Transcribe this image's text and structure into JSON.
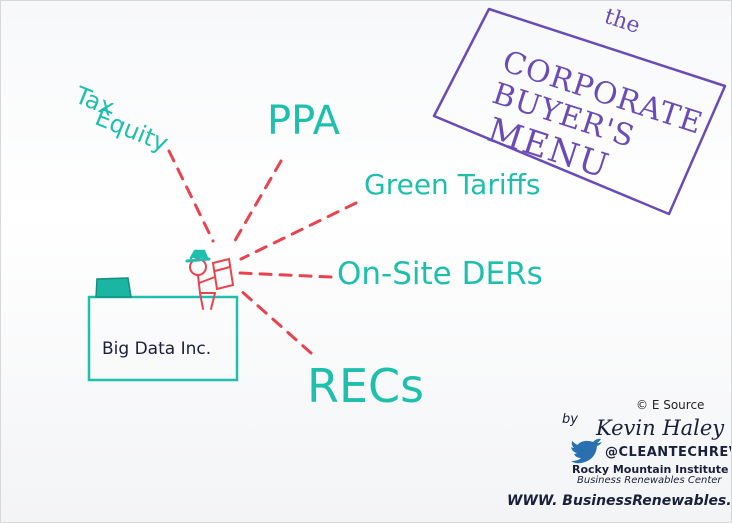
{
  "menu": {
    "the": "the",
    "line1": "CORPORATE",
    "line2": "BUYER'S",
    "line3": "MENU"
  },
  "options": {
    "tax_equity_1": "Tax",
    "tax_equity_2": "Equity",
    "ppa": "PPA",
    "green_tariffs": "Green Tariffs",
    "onsite_ders": "On-Site DERs",
    "recs": "RECs"
  },
  "company": {
    "name": "Big Data Inc."
  },
  "credit": {
    "copyright": "© E Source"
  },
  "signature": {
    "by": "by",
    "name": "Kevin Haley",
    "handle": "@CLEANTECHREV",
    "org_line1": "Rocky Mountain Institute",
    "org_line2": "Business Renewables Center",
    "website": "WWW. BusinessRenewables.Org"
  },
  "colors": {
    "teal": "#1fbfae",
    "purple": "#6a4bb8",
    "red_dash": "#e8434f",
    "navy": "#1a1f3a",
    "twitter_blue": "#2a6fb0"
  }
}
